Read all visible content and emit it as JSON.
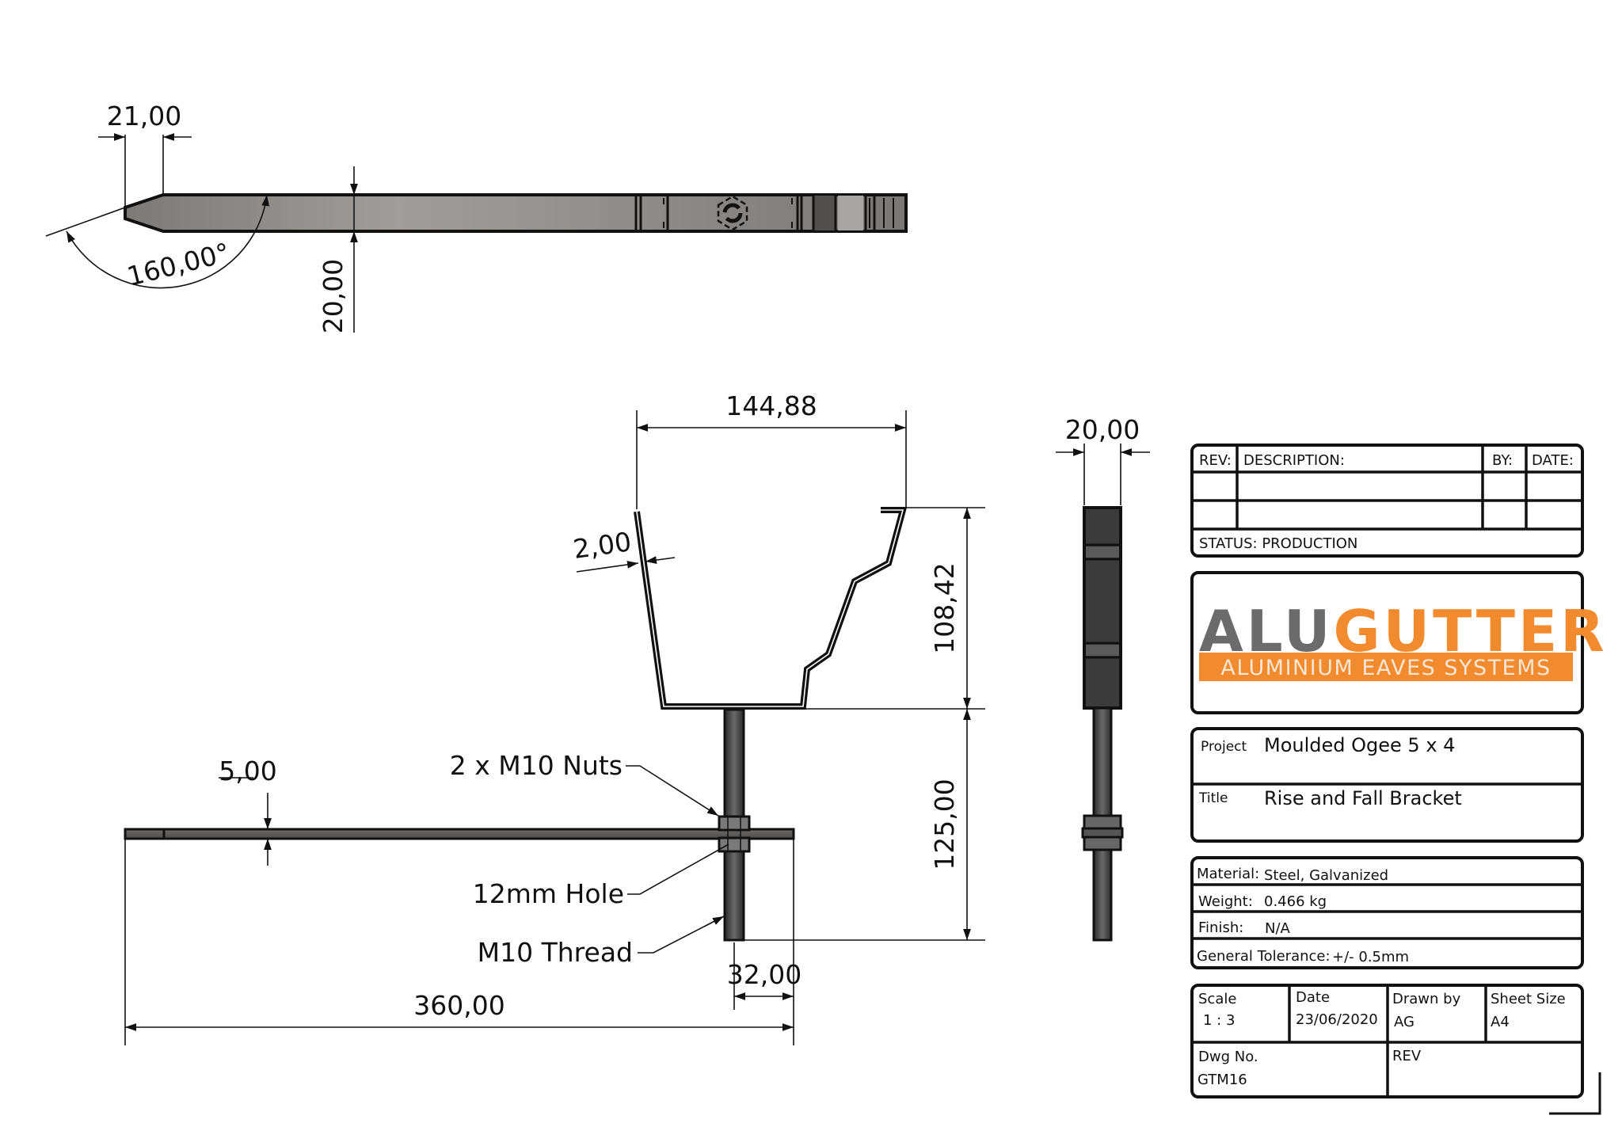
{
  "drawing": {
    "top_view": {
      "dimensions": {
        "chamfer_length": "21,00",
        "chamfer_angle": "160,00°",
        "bar_width": "20,00"
      }
    },
    "front_view": {
      "dimensions": {
        "gutter_width": "144,88",
        "gutter_wall_thickness": "2,00",
        "gutter_height": "108,42",
        "rod_height": "125,00",
        "bar_thickness": "5,00",
        "rod_offset": "32,00",
        "bar_length": "360,00"
      },
      "notes": {
        "nuts": "2 x M10 Nuts",
        "hole": "12mm Hole",
        "thread": "M10 Thread"
      }
    },
    "side_view": {
      "dimensions": {
        "width": "20,00"
      }
    }
  },
  "title_block": {
    "revision_table": {
      "headers": [
        "REV:",
        "DESCRIPTION:",
        "BY:",
        "DATE:"
      ],
      "rows": [
        [
          "",
          "",
          "",
          ""
        ],
        [
          "",
          "",
          "",
          ""
        ]
      ],
      "status": "STATUS: PRODUCTION"
    },
    "logo": {
      "brand_part1": "ALU",
      "brand_part2": "GUTTER",
      "tagline": "ALUMINIUM EAVES SYSTEMS",
      "colors": {
        "grey": "#6b6b6b",
        "orange": "#f28a2e"
      }
    },
    "project": {
      "project_label": "Project",
      "project_value": "Moulded Ogee 5 x 4",
      "title_label": "Title",
      "title_value": "Rise and Fall Bracket"
    },
    "specs": {
      "material_label": "Material:",
      "material_value": "Steel, Galvanized",
      "weight_label": "Weight:",
      "weight_value": "0.466 kg",
      "finish_label": "Finish:",
      "finish_value": "N/A",
      "tolerance_label": "General Tolerance:",
      "tolerance_value": "+/- 0.5mm"
    },
    "info": {
      "scale_label": "Scale",
      "scale_value": "1 : 3",
      "date_label": "Date",
      "date_value": "23/06/2020",
      "drawn_by_label": "Drawn by",
      "drawn_by_value": "AG",
      "sheet_size_label": "Sheet Size",
      "sheet_size_value": "A4",
      "dwg_no_label": "Dwg No.",
      "dwg_no_value": "GTM16",
      "rev_label": "REV",
      "rev_value": ""
    }
  }
}
